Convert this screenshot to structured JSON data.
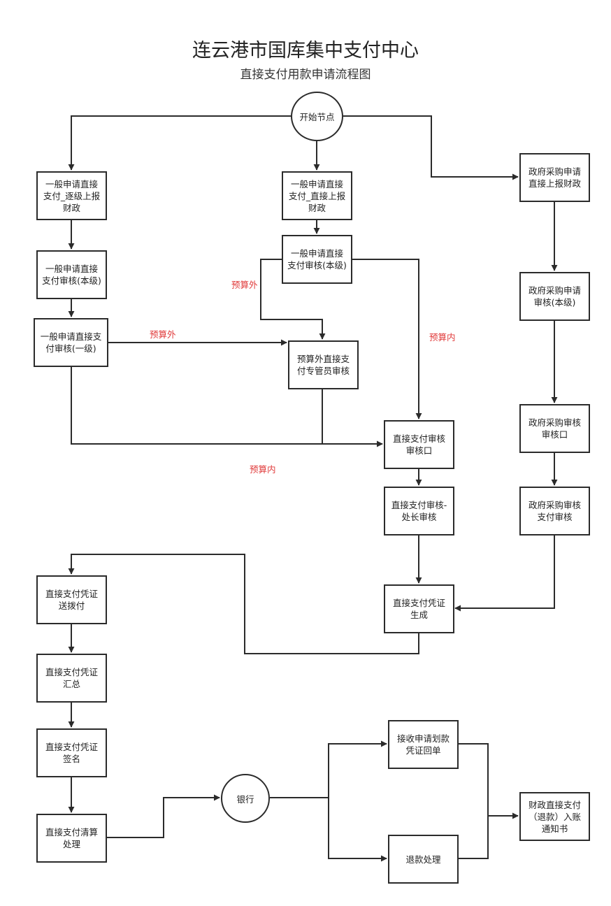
{
  "header": {
    "title": "连云港市国库集中支付中心",
    "subtitle": "直接支付用款申请流程图"
  },
  "nodes": {
    "start": "开始节点",
    "general_step_report": "一般申请直接支付_逐级上报财政",
    "general_direct_report": "一般申请直接支付_直接上报财政",
    "gov_proc_report": "政府采购申请直接上报财政",
    "general_review_local_left": "一般申请直接支付审核(本级)",
    "general_review_local_mid": "一般申请直接支付审核(本级)",
    "gov_proc_review_local": "政府采购申请审核(本级)",
    "general_review_first": "一般申请直接支付审核(一级)",
    "off_budget_review": "预算外直接支付专管员审核",
    "direct_review_desk": "直接支付审核审核口",
    "gov_proc_review_desk": "政府采购审核审核口",
    "direct_review_chief": "直接支付审核-处长审核",
    "gov_proc_payment_review": "政府采购审核支付审核",
    "voucher_generate": "直接支付凭证生成",
    "voucher_send": "直接支付凭证送拨付",
    "voucher_summary": "直接支付凭证汇总",
    "voucher_sign": "直接支付凭证签名",
    "clearing": "直接支付清算处理",
    "bank": "银行",
    "receipt": "接收申请划款凭证回单",
    "refund": "退款处理",
    "notice": "财政直接支付（退款）入账通知书"
  },
  "edge_labels": {
    "off_budget_mid": "预算外",
    "off_budget_left": "预算外",
    "in_budget_mid": "预算内",
    "in_budget_left": "预算内"
  },
  "colors": {
    "line": "#2b2b2b",
    "edge_label": "#e03a3a"
  }
}
